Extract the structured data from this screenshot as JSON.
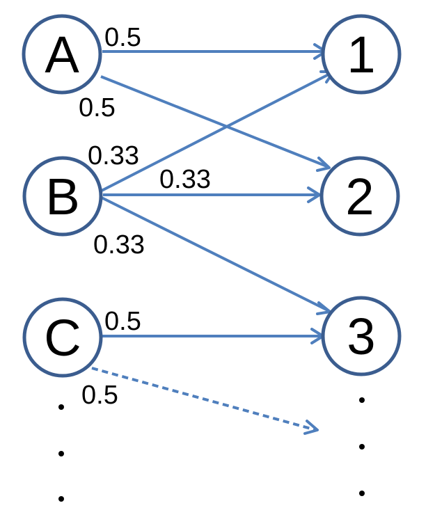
{
  "colors": {
    "node_stroke": "#3b5d8f",
    "edge": "#4f7fbd"
  },
  "left_nodes": [
    {
      "id": "A",
      "label": "A"
    },
    {
      "id": "B",
      "label": "B"
    },
    {
      "id": "C",
      "label": "C"
    }
  ],
  "right_nodes": [
    {
      "id": "1",
      "label": "1"
    },
    {
      "id": "2",
      "label": "2"
    },
    {
      "id": "3",
      "label": "3"
    }
  ],
  "edges": [
    {
      "from": "A",
      "to": "1",
      "weight": "0.5",
      "style": "solid"
    },
    {
      "from": "A",
      "to": "2",
      "weight": "0.5",
      "style": "solid"
    },
    {
      "from": "B",
      "to": "1",
      "weight": "0.33",
      "style": "solid"
    },
    {
      "from": "B",
      "to": "2",
      "weight": "0.33",
      "style": "solid"
    },
    {
      "from": "B",
      "to": "3",
      "weight": "0.33",
      "style": "solid"
    },
    {
      "from": "C",
      "to": "3",
      "weight": "0.5",
      "style": "solid"
    },
    {
      "from": "C",
      "to": "…",
      "weight": "0.5",
      "style": "dashed"
    }
  ]
}
